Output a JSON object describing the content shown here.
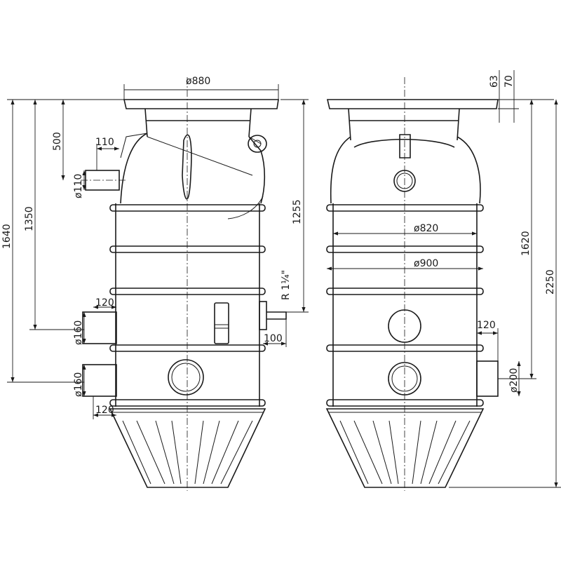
{
  "views": {
    "front": {
      "dimensions": {
        "lid_diameter": "ø880",
        "inlet_depth": "500",
        "inlet_length": "110",
        "inlet_diameter": "ø110",
        "total_height_left": "1640",
        "upper_inlet_height": "1350",
        "connection_height": "1255",
        "thread": "R 1¼\"",
        "upper_pipe_length": "120",
        "upper_pipe_diameter": "ø160",
        "thread_length": "100",
        "lower_pipe_diameter": "ø160",
        "lower_pipe_length": "120"
      }
    },
    "side": {
      "dimensions": {
        "lid_thickness_a": "63",
        "lid_thickness_b": "70",
        "body_inner_diameter": "ø820",
        "rib_diameter": "ø900",
        "outlet_height": "1620",
        "overall_height": "2250",
        "outlet_length": "120",
        "outlet_diameter": "ø200"
      }
    }
  }
}
